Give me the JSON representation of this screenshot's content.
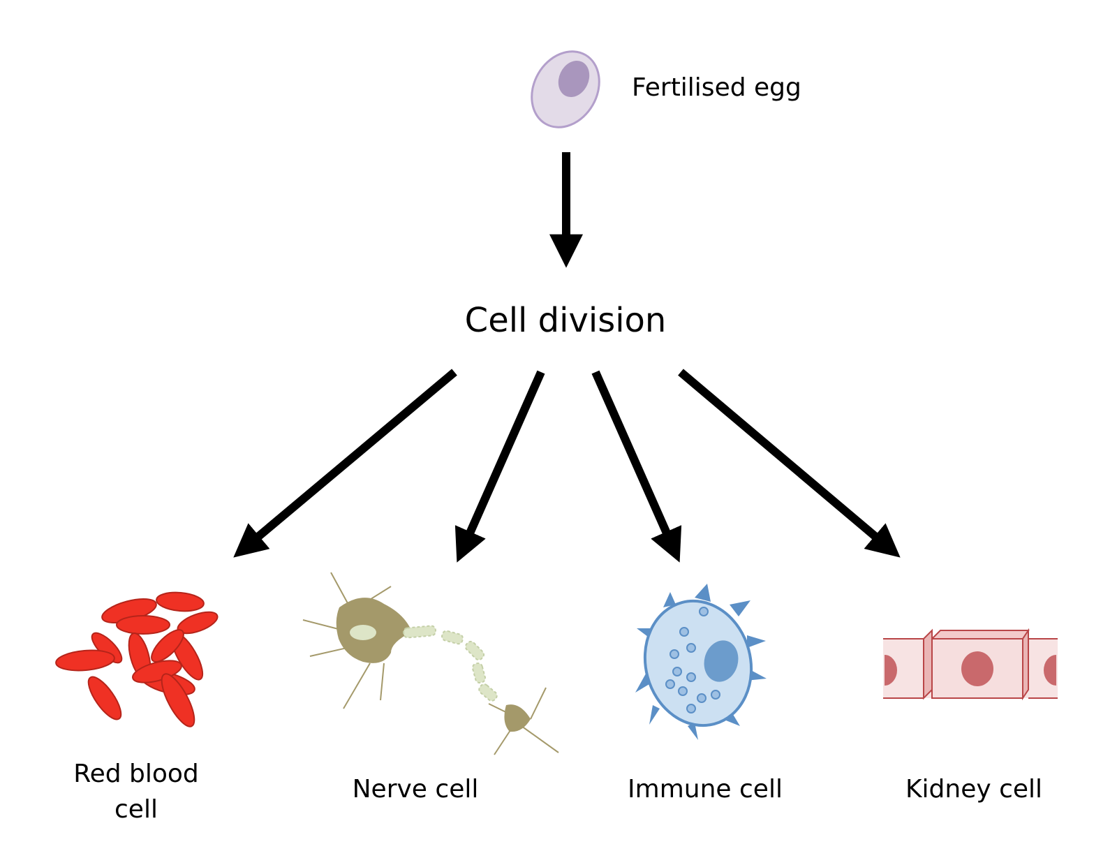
{
  "nodes": {
    "fertilised_egg": "Fertilised egg",
    "cell_division": "Cell division",
    "red_blood_cell": {
      "line1": "Red blood",
      "line2": "cell"
    },
    "nerve_cell": "Nerve cell",
    "immune_cell": "Immune cell",
    "kidney_cell": "Kidney cell"
  },
  "edges": [
    {
      "from": "Fertilised egg",
      "to": "Cell division"
    },
    {
      "from": "Cell division",
      "to": "Red blood cell"
    },
    {
      "from": "Cell division",
      "to": "Nerve cell"
    },
    {
      "from": "Cell division",
      "to": "Immune cell"
    },
    {
      "from": "Cell division",
      "to": "Kidney cell"
    }
  ],
  "colors": {
    "arrow": "#000000",
    "egg_fill": "#e3dbe8",
    "egg_nucleus": "#a996bd",
    "egg_outline": "#b39fcb",
    "red_blood_cell": "#ef3124",
    "nerve_cell": "#a4996a",
    "myelin": "#dde5c7",
    "immune_cell": "#cce0f2",
    "immune_outline": "#5b8fc6",
    "kidney_cell": "#f6dede",
    "kidney_outline": "#b94547",
    "kidney_nucleus": "#c9696c"
  },
  "icons": [
    "egg-cell-icon",
    "red-blood-cell-icon",
    "nerve-cell-icon",
    "immune-cell-icon",
    "kidney-cell-icon"
  ]
}
